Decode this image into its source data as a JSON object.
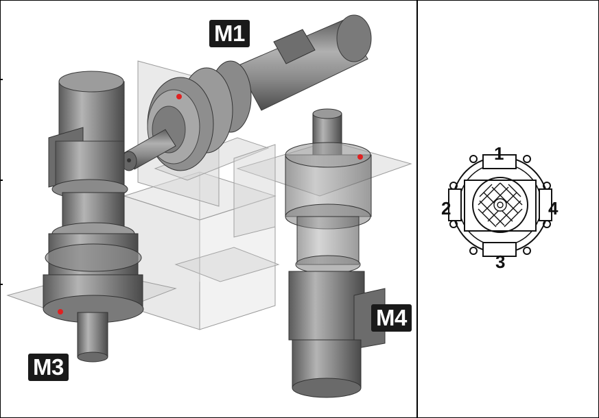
{
  "mount_labels": {
    "m1": "M1",
    "m3": "M3",
    "m4": "M4"
  },
  "terminal_positions": {
    "p1": "1",
    "p2": "2",
    "p3": "3",
    "p4": "4"
  },
  "colors": {
    "label_bg": "#1a1a1a",
    "label_text": "#ffffff",
    "marker": "#e02020",
    "motor_metal": "#8a8a8a",
    "plate": "#d6d6d6"
  }
}
